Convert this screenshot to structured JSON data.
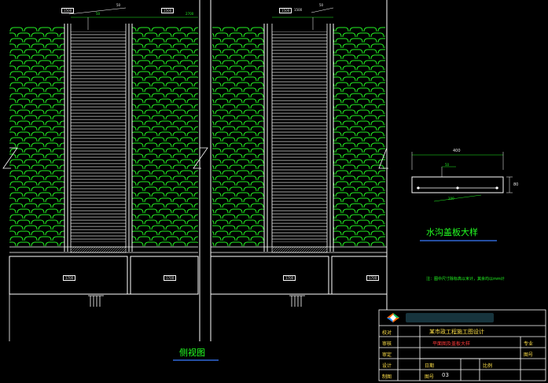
{
  "drawing": {
    "top_tags": [
      "1500",
      "1500",
      "1500",
      "1500"
    ],
    "top_dims_small": [
      "50",
      "50",
      "50",
      "50"
    ],
    "top_dim_total": "2700",
    "bottom_tags": [
      "1700",
      "1700",
      "1700",
      "1700"
    ],
    "section_title": "侧视图",
    "detail": {
      "title": "水沟盖板大样",
      "width_dim": "400",
      "height_dim": "80",
      "inner_dim_top": "50",
      "inner_dim_bottom": "200",
      "note": "注：图中尺寸除标高以米计，其余均以mm计"
    }
  },
  "title_block": {
    "project": "某市政工程施工图设计",
    "drawing_name": "平面图及盖板大样",
    "row_labels": [
      "校对",
      "审核",
      "审定",
      "设计",
      "制图"
    ],
    "col_labels": [
      "日期",
      "比例"
    ],
    "side_labels": [
      "图号",
      "专业"
    ],
    "sheet_label": "图号",
    "sheet_no": "03"
  },
  "colors": {
    "brick": "#22ee22",
    "line": "#ffffff",
    "accent_blue": "#3a7bff",
    "text_red": "#ff3a3a",
    "text_yellow": "#ffe14a"
  }
}
